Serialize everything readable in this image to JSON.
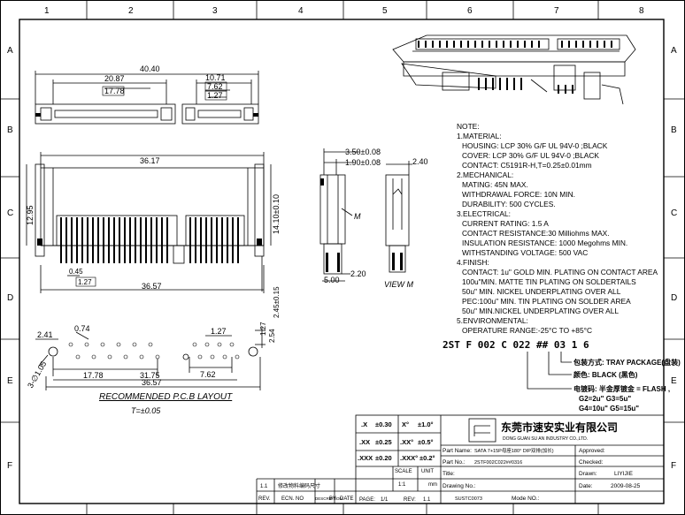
{
  "frame": {
    "columns": [
      "1",
      "2",
      "3",
      "4",
      "5",
      "6",
      "7",
      "8"
    ],
    "rows": [
      "A",
      "B",
      "C",
      "D",
      "E",
      "F"
    ]
  },
  "top_view": {
    "dims": [
      "40.40",
      "20.87",
      "17.78",
      "10.71",
      "7.62",
      "1.27"
    ]
  },
  "front_view": {
    "dims": [
      "36.17",
      "12.95",
      "14.10±0.10",
      "36.57",
      "0.45",
      "1.27",
      "2.45±0.15"
    ]
  },
  "side_view": {
    "dims": [
      "3.50±0.08",
      "1.90±0.08",
      "5.00",
      "2.20"
    ],
    "marker": "M"
  },
  "view_m": {
    "label": "VIEW  M",
    "dims": [
      "2.40"
    ]
  },
  "pcb_layout": {
    "dims": [
      "2.41",
      "0.74",
      "1.27",
      "2.54",
      "3-∅1.05",
      "17.78",
      "7.62",
      "31.75",
      "36.57"
    ],
    "title": "RECOMMENDED P.C.B LAYOUT",
    "tolerance": "T=±0.05"
  },
  "notes": {
    "lines": [
      "NOTE:",
      "1.MATERIAL:",
      "HOUSING: LCP   30% G/F UL 94V-0 ;BLACK",
      "COVER: LCP   30% G/F UL 94V-0 ;BLACK",
      "CONTACT:   C5191R-H,T=0.25±0.01mm",
      "2.MECHANICAL:",
      "MATING: 45N MAX.",
      "WITHDRAWAL FORCE: 10N MIN.",
      "DURABILITY: 500 CYCLES.",
      "3.ELECTRICAL:",
      "CURRENT RATING: 1.5 A",
      "CONTACT RESISTANCE:30 Milliohms MAX.",
      "INSULATION RESISTANCE: 1000 Megohms MIN.",
      "WITHSTANDING VOLTAGE: 500 VAC",
      "4.FINISH:",
      "CONTACT: 1u\" GOLD MIN. PLATING ON CONTACT AREA",
      "100u\"MIN. MATTE TIN PLATING ON SOLDERTAILS",
      "50u\" MIN. NICKEL UNDERPLATING OVER ALL",
      "PEC:100u\" MIN. TIN PLATING ON SOLDER AREA",
      "50u\" MIN.NICKEL UNDERPLATING OVER ALL",
      "5.ENVIRONMENTAL:",
      "OPERATURE RANGE:-25°C TO +85°C"
    ]
  },
  "part_code": {
    "code": "2ST F 002 C 022 ## 03 1 6",
    "callouts": [
      "包装方式: TRAY PACKAGE(盘装)",
      "颜色: BLACK (黑色)",
      "电镀码: 半金厚镀金 = FLASH ,",
      "G2=2u\"  G3=5u\"",
      "G4=10u\"  G5=15u\""
    ]
  },
  "title_block": {
    "tolerances": [
      [
        ".X",
        "±0.30",
        "X°",
        "±1.0°"
      ],
      [
        ".XX",
        "±0.25",
        ".XX°",
        "±0.5°"
      ],
      [
        ".XXX",
        "±0.20",
        ".XXX°",
        "±0.2°"
      ]
    ],
    "company_cn": "东莞市速安实业有限公司",
    "company_en": "DONG GUAN SU AN INDUSTRY CO.,LTD.",
    "part_name_label": "Part Name:",
    "part_name": "SATA 7+15P母座180° DIP双排(加长)",
    "part_no_label": "Part No.:",
    "part_no": "2STF002C022##0316",
    "title_label": "Title:",
    "drawing_no_label": "Drawing No.:",
    "drawing_no": "SUSTC0073",
    "mode_no_label": "Mode NO.:",
    "scale_label": "SCALE",
    "scale": "1:1",
    "unit_label": "UNIT",
    "unit": "mm",
    "page_label": "PAGE:",
    "page": "1/1",
    "rev_label": "REV:",
    "rev": "1.1",
    "approved_label": "Approved:",
    "checked_label": "Checked:",
    "drawn_label": "Drawn:",
    "drawn": "LIYIJIE",
    "date_label": "Date:",
    "date": "2009-08-25",
    "revision_rev": "1.1",
    "revision_desc": "修改物料编码尺寸",
    "revision_headers": [
      "REV.",
      "ECN. NO",
      "DESCRIPTION",
      "BY",
      "DATE"
    ]
  }
}
